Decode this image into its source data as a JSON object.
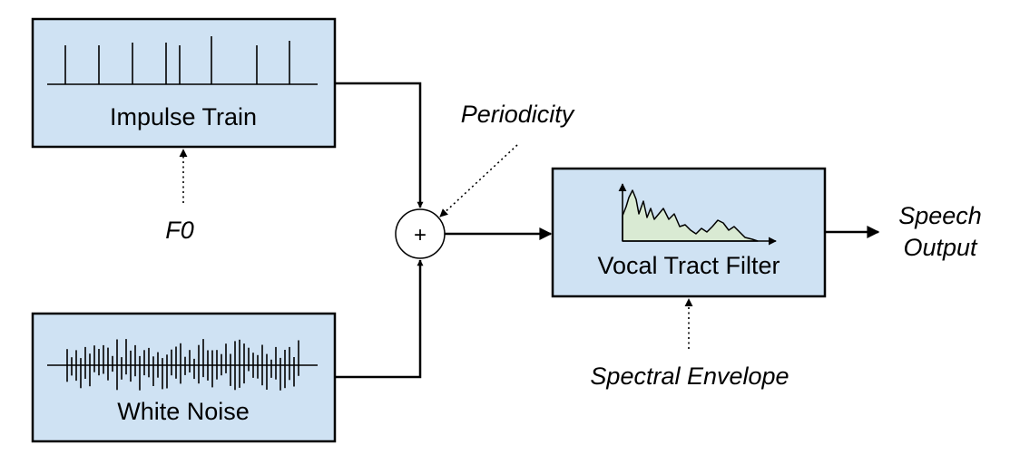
{
  "blocks": {
    "impulse_train": "Impulse Train",
    "white_noise": "White Noise",
    "vocal_tract_filter": "Vocal Tract Filter"
  },
  "inputs": {
    "f0": "F0",
    "periodicity": "Periodicity",
    "spectral_envelope": "Spectral Envelope"
  },
  "output": {
    "line1": "Speech",
    "line2": "Output"
  },
  "adder_symbol": "+",
  "colors": {
    "block_fill": "#cfe2f3",
    "spectrum_fill": "#d9ead3",
    "stroke": "#000000"
  }
}
